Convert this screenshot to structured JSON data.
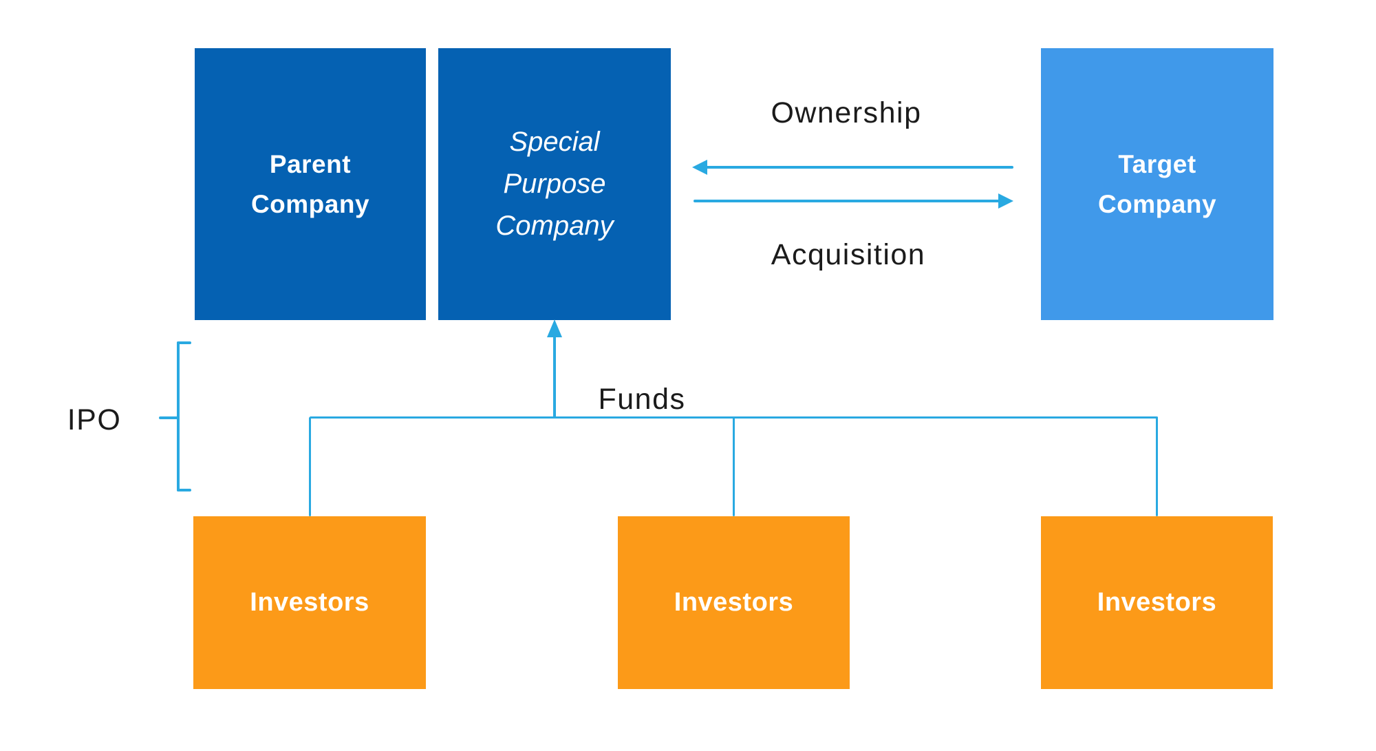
{
  "nodes": {
    "parent": {
      "label": "Parent\nCompany"
    },
    "spc": {
      "label": "Special\nPurpose\nCompany"
    },
    "target": {
      "label": "Target\nCompany"
    },
    "investors": [
      {
        "label": "Investors"
      },
      {
        "label": "Investors"
      },
      {
        "label": "Investors"
      }
    ]
  },
  "labels": {
    "ownership": "Ownership",
    "acquisition": "Acquisition",
    "funds": "Funds",
    "ipo": "IPO"
  },
  "colors": {
    "primary_blue": "#0561b2",
    "light_blue": "#4099ea",
    "orange": "#fc9a18",
    "connector_blue": "#29a9e1",
    "label_text": "#1b1b1b",
    "box_text": "#ffffff"
  }
}
